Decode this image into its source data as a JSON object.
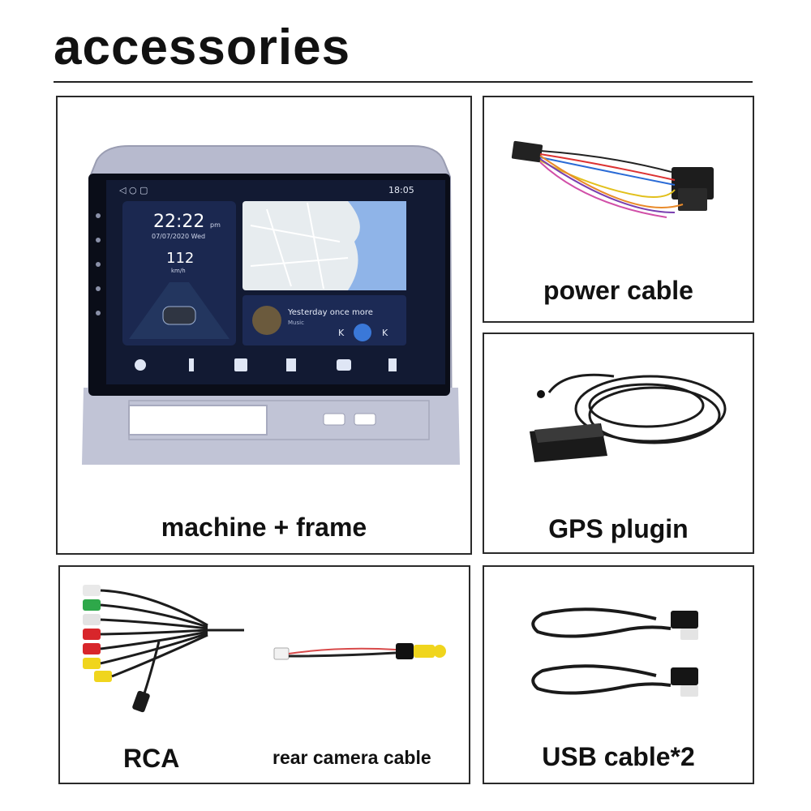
{
  "page": {
    "title": "accessories"
  },
  "head_unit": {
    "label": "machine + frame",
    "screen": {
      "time": "22:22",
      "ampm": "pm",
      "date": "07/07/2020  Wed",
      "status_time": "18:05",
      "speed": "112",
      "speed_unit": "km/h",
      "song_title": "Yesterday once more",
      "song_sub": "Music"
    }
  },
  "items": {
    "power_cable": "power cable",
    "gps_plugin": "GPS plugin",
    "rca": "RCA",
    "rear_camera": "rear camera cable",
    "usb_cable": "USB cable*2"
  },
  "colors": {
    "frame": "#b9bcd0",
    "screen_bg": "#101528",
    "accent": "#3a78d8"
  }
}
